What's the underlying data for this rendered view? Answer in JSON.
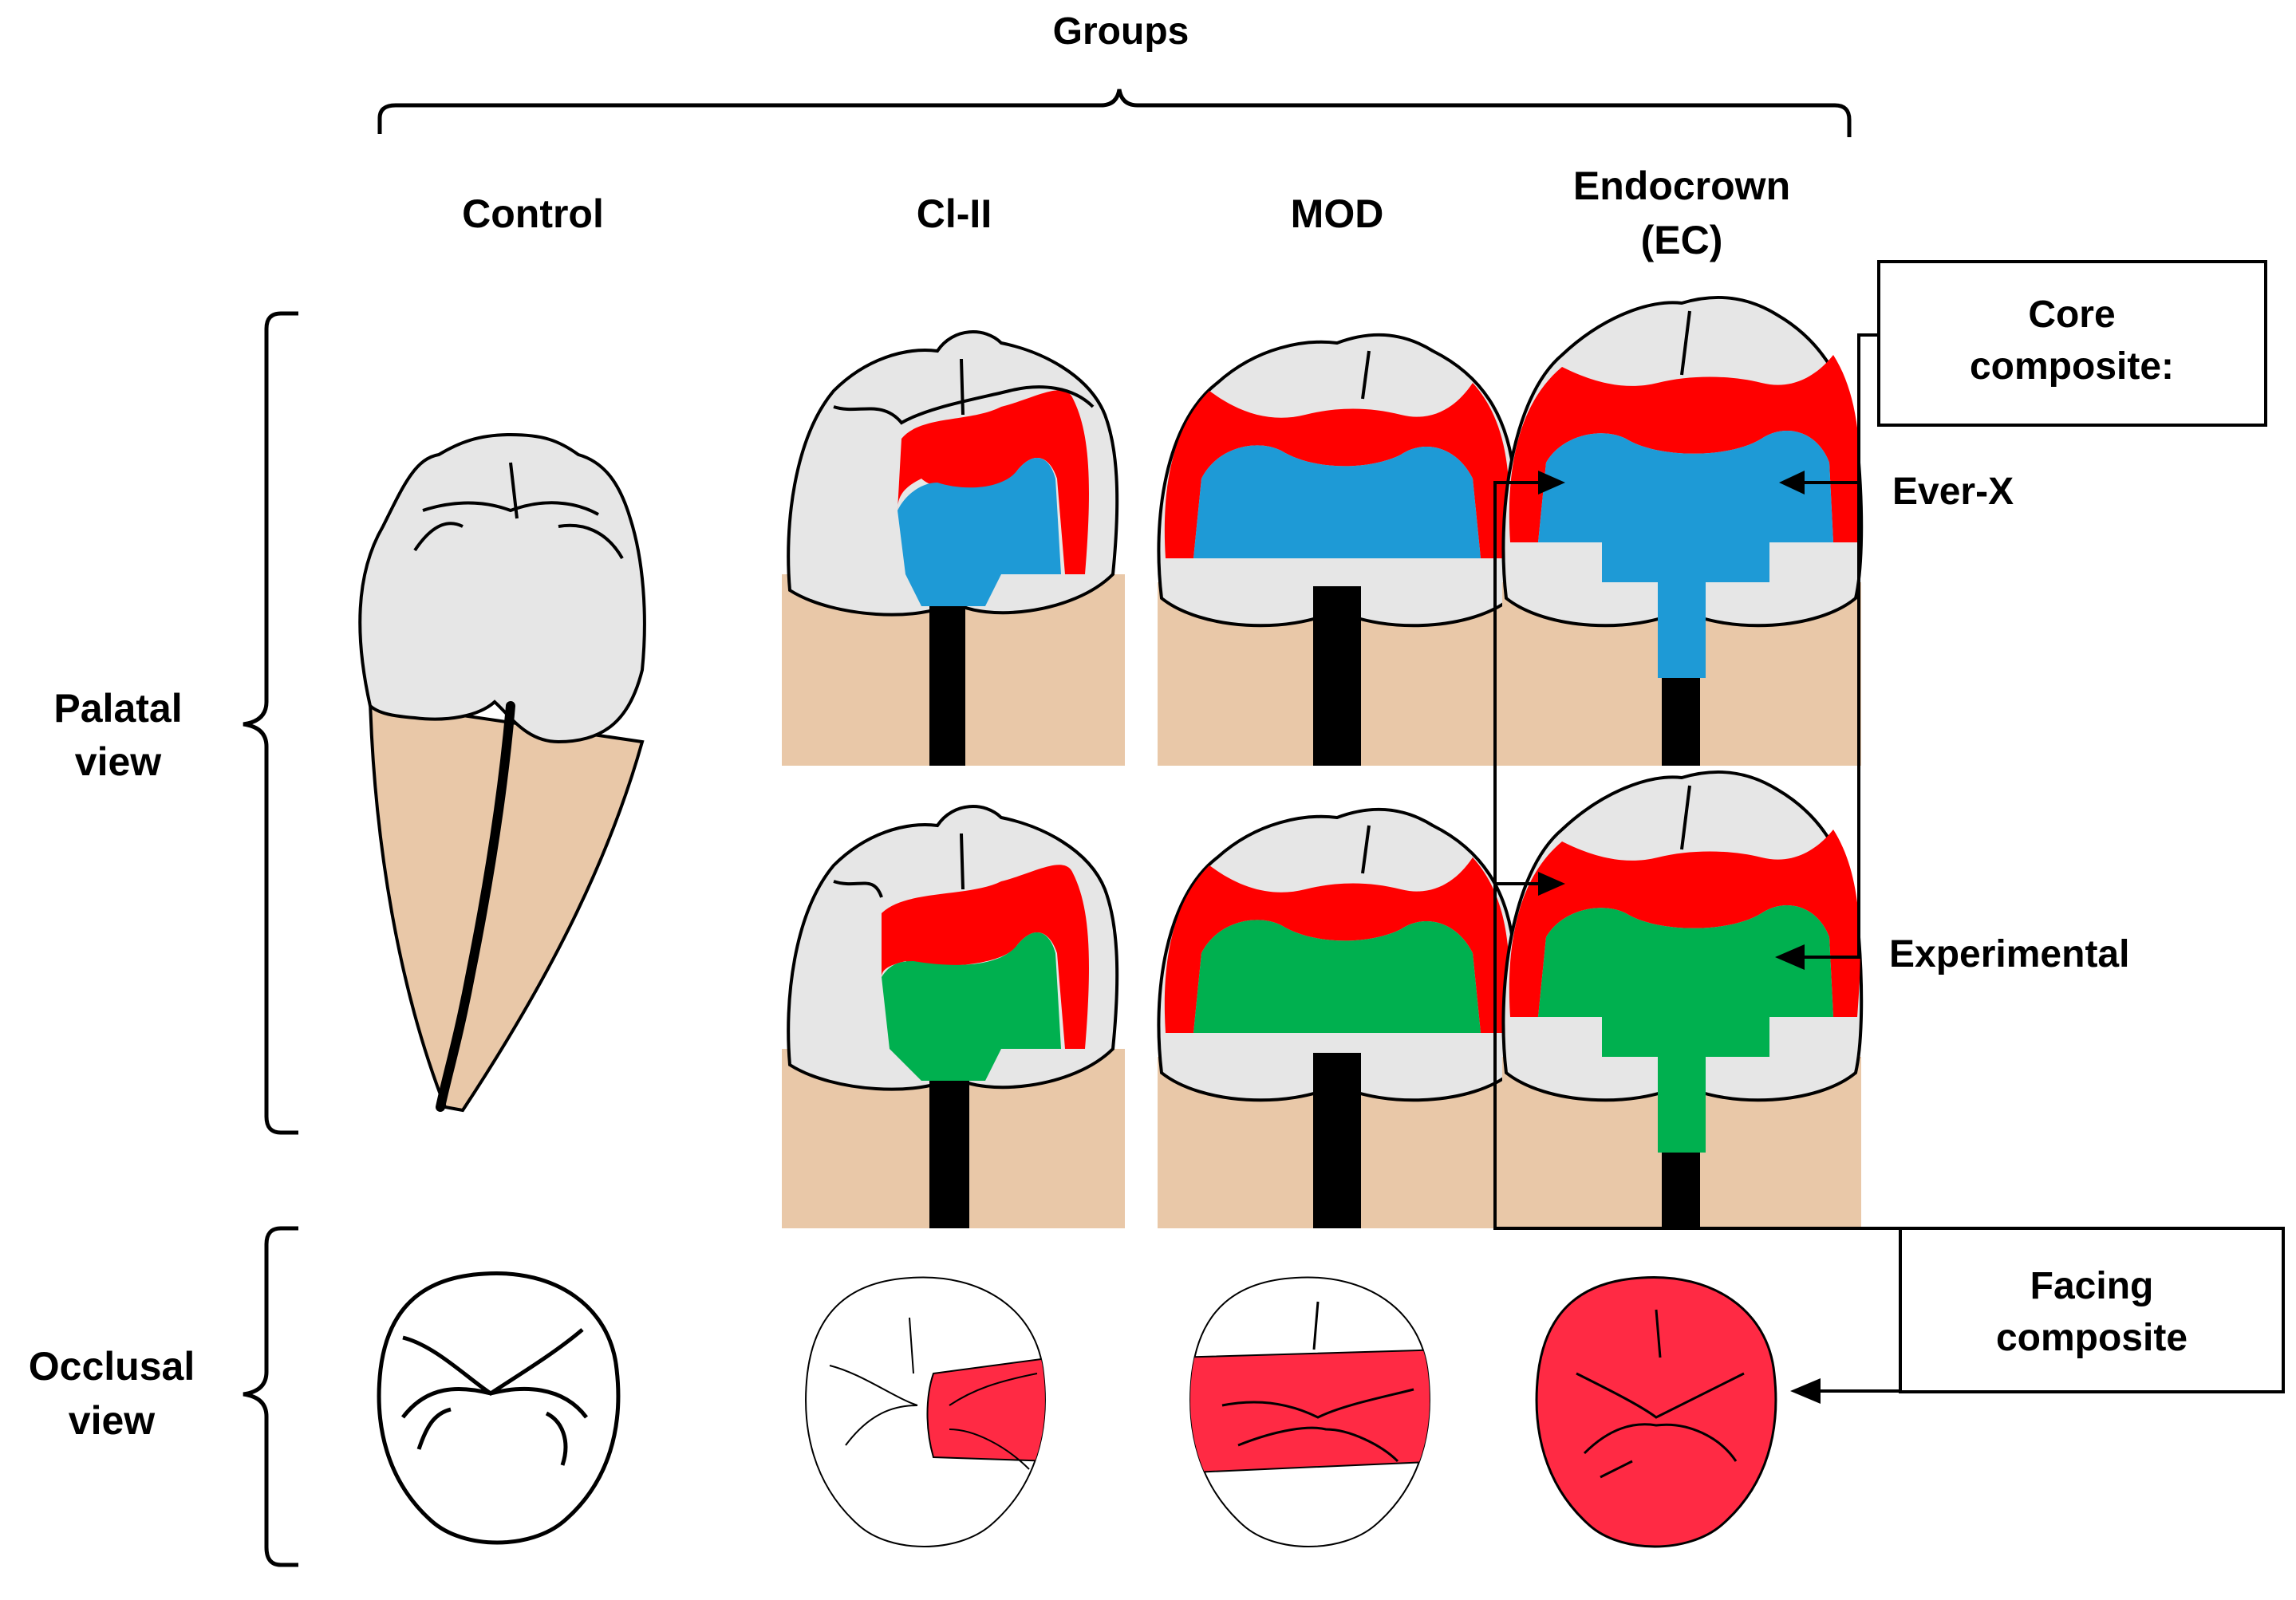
{
  "title": "Groups",
  "groups": [
    {
      "id": "control",
      "label": "Control"
    },
    {
      "id": "cl2",
      "label": "Cl-II"
    },
    {
      "id": "mod",
      "label": "MOD"
    },
    {
      "id": "ec",
      "label_line1": "Endocrown",
      "label_line2": "(EC)"
    }
  ],
  "rows": {
    "palatal": {
      "line1": "Palatal",
      "line2": "view"
    },
    "occlusal": {
      "line1": "Occlusal",
      "line2": "view"
    }
  },
  "legend": {
    "core": {
      "line1": "Core",
      "line2": "composite:"
    },
    "everx": "Ever-X",
    "experimental": "Experimental",
    "facing": {
      "line1": "Facing",
      "line2": "composite"
    }
  },
  "colors": {
    "facing_composite": "#ff0000",
    "ever_x": "#1e9ad6",
    "experimental": "#00b04f",
    "occlusal_facing": "#ff2a44",
    "enamel": "#e6e6e6",
    "root": "#e9c8a8",
    "canal": "#000000"
  }
}
